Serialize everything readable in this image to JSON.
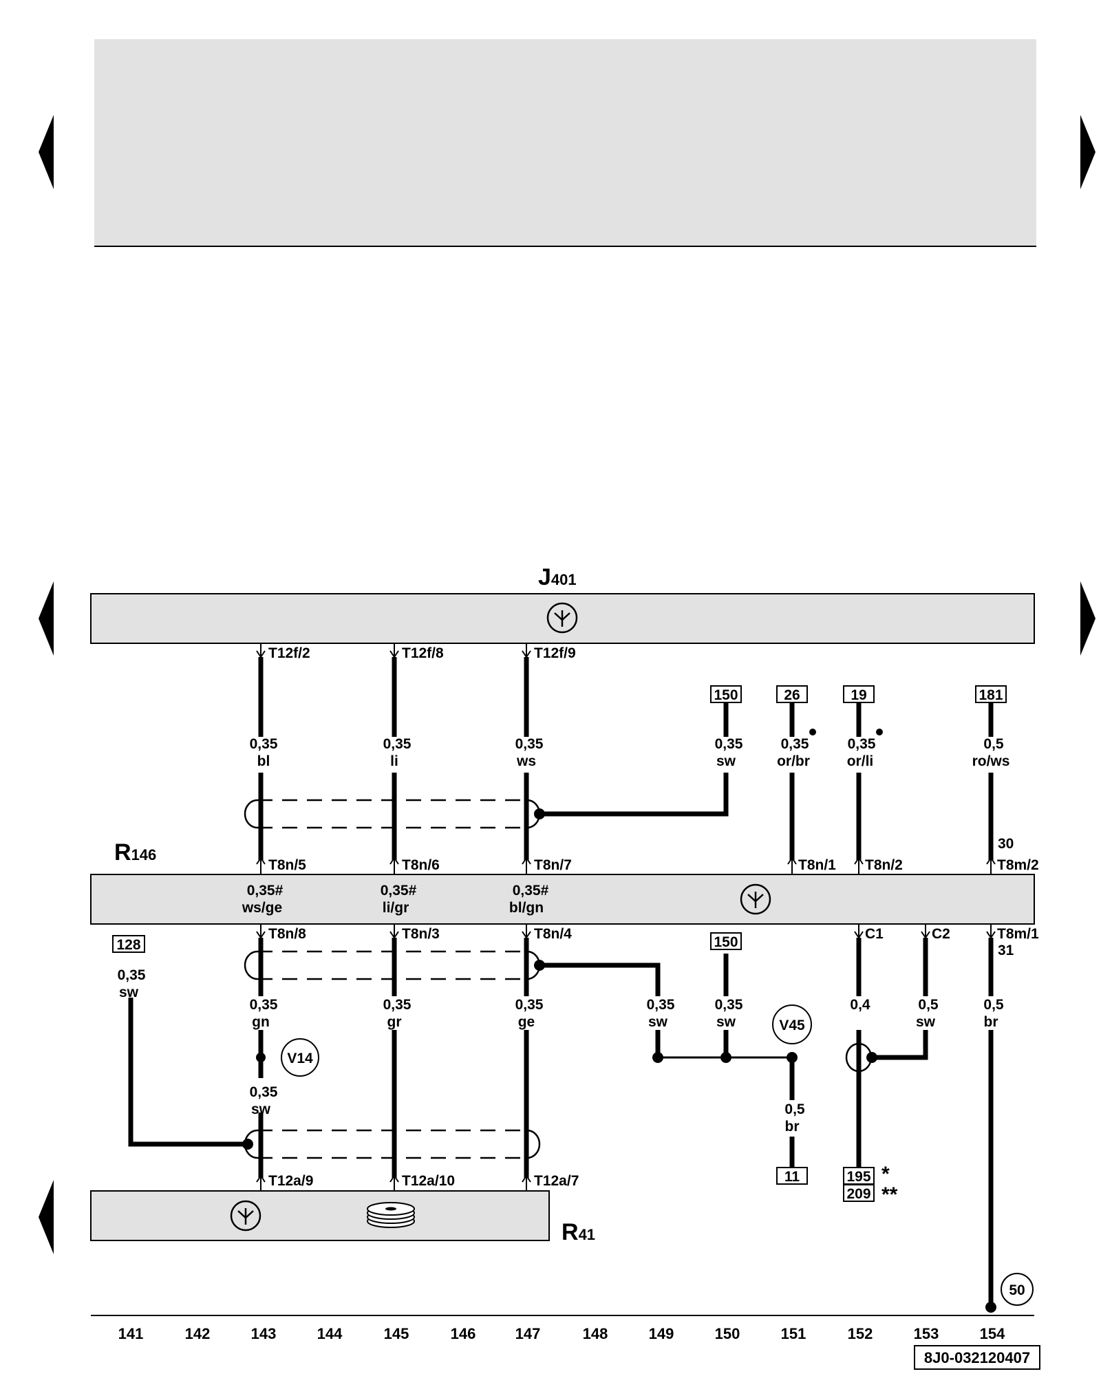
{
  "components": {
    "j401": {
      "letter": "J",
      "sub": "401"
    },
    "r146": {
      "letter": "R",
      "sub": "146"
    },
    "r41": {
      "letter": "R",
      "sub": "41"
    },
    "v14": "V14",
    "v45": "V45",
    "ground_50": "50"
  },
  "pins": {
    "t12f_2": "T12f/2",
    "t12f_8": "T12f/8",
    "t12f_9": "T12f/9",
    "t8n_5": "T8n/5",
    "t8n_6": "T8n/6",
    "t8n_7": "T8n/7",
    "t8n_1": "T8n/1",
    "t8n_2": "T8n/2",
    "t8m_2": "T8m/2",
    "t8m_2_term": "30",
    "t8n_8": "T8n/8",
    "t8n_3": "T8n/3",
    "t8n_4": "T8n/4",
    "c1": "C1",
    "c2": "C2",
    "t8m_1": "T8m/1",
    "t8m_1_term": "31",
    "t12a_9": "T12a/9",
    "t12a_10": "T12a/10",
    "t12a_7": "T12a/7"
  },
  "refs": {
    "r150a": "150",
    "r26": "26",
    "r19": "19",
    "r181": "181",
    "r128": "128",
    "r150b": "150",
    "r11": "11",
    "r195": "195",
    "r209": "209",
    "star1": "*",
    "star2": "**"
  },
  "wires": {
    "w143a": {
      "size": "0,35",
      "color": "bl"
    },
    "w145a": {
      "size": "0,35",
      "color": "li"
    },
    "w147a": {
      "size": "0,35",
      "color": "ws"
    },
    "w150a": {
      "size": "0,35",
      "color": "sw"
    },
    "w151a": {
      "size": "0,35",
      "color": "or/br"
    },
    "w152a": {
      "size": "0,35",
      "color": "or/li"
    },
    "w154a": {
      "size": "0,5",
      "color": "ro/ws"
    },
    "in143": {
      "size": "0,35#",
      "color": "ws/ge"
    },
    "in145": {
      "size": "0,35#",
      "color": "li/gr"
    },
    "in147": {
      "size": "0,35#",
      "color": "bl/gn"
    },
    "w141": {
      "size": "0,35",
      "color": "sw"
    },
    "w143b": {
      "size": "0,35",
      "color": "gn"
    },
    "w145b": {
      "size": "0,35",
      "color": "gr"
    },
    "w147b": {
      "size": "0,35",
      "color": "ge"
    },
    "w149": {
      "size": "0,35",
      "color": "sw"
    },
    "w150b": {
      "size": "0,35",
      "color": "sw"
    },
    "w152b": {
      "size": "0,4",
      "color": ""
    },
    "w153": {
      "size": "0,5",
      "color": "sw"
    },
    "w154b": {
      "size": "0,5",
      "color": "br"
    },
    "w143c": {
      "size": "0,35",
      "color": "sw"
    },
    "w151b": {
      "size": "0,5",
      "color": "br"
    }
  },
  "tracks": [
    "141",
    "142",
    "143",
    "144",
    "145",
    "146",
    "147",
    "148",
    "149",
    "150",
    "151",
    "152",
    "153",
    "154"
  ],
  "doc_id": "8J0-032120407",
  "colors": {
    "panel": "#e2e2e2",
    "line": "#000000"
  }
}
